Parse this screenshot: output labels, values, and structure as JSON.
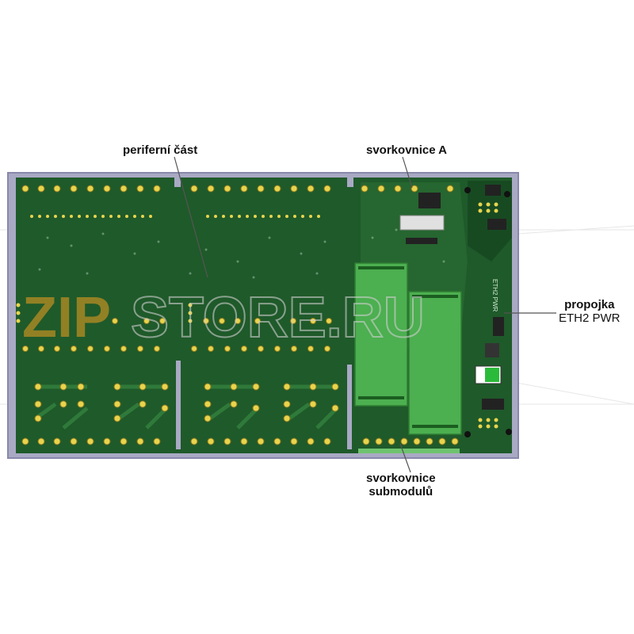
{
  "labels": {
    "peripheral": "periferní část",
    "terminal_a": "svorkovnice A",
    "jumper_line1": "propojka",
    "jumper_line2": "ETH2 PWR",
    "submodule_line1": "svorkovnice",
    "submodule_line2": "submodulů"
  },
  "board": {
    "silkscreen": "ETH2 PWR",
    "watermark": "ZIPSTORE.RU"
  },
  "colors": {
    "board": "#1f5a2a",
    "frame": "#a9a9c4",
    "pad": "#e8d44d",
    "module": "#4caf50",
    "watermark": "#f0a020"
  }
}
